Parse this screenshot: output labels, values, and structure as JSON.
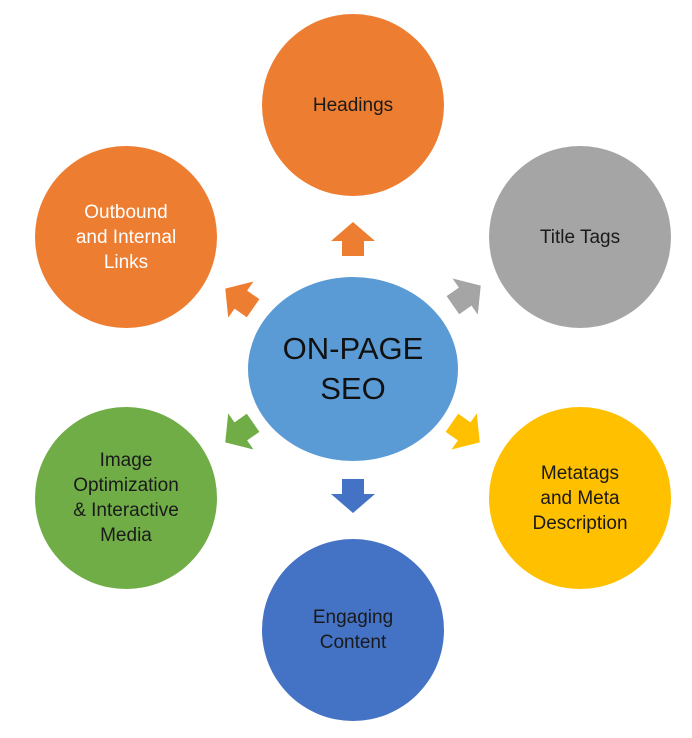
{
  "center": {
    "label_line1": "ON-PAGE",
    "label_line2": "SEO",
    "color": "#5B9BD5"
  },
  "nodes": [
    {
      "id": "headings",
      "lines": [
        "Headings"
      ],
      "color": "#ED7D31",
      "text_color": "#1a1a1a"
    },
    {
      "id": "title-tags",
      "lines": [
        "Title Tags"
      ],
      "color": "#A5A5A5",
      "text_color": "#1a1a1a"
    },
    {
      "id": "metatags",
      "lines": [
        "Metatags",
        "and Meta",
        "Description"
      ],
      "color": "#FFC000",
      "text_color": "#1a1a1a"
    },
    {
      "id": "engaging",
      "lines": [
        "Engaging",
        "Content"
      ],
      "color": "#4472C4",
      "text_color": "#1a1a1a"
    },
    {
      "id": "image",
      "lines": [
        "Image",
        "Optimization",
        "& Interactive",
        "Media"
      ],
      "color": "#70AD47",
      "text_color": "#1a1a1a"
    },
    {
      "id": "outbound",
      "lines": [
        "Outbound",
        "and Internal",
        "Links"
      ],
      "color": "#ED7D31",
      "text_color": "#ffffff"
    }
  ]
}
